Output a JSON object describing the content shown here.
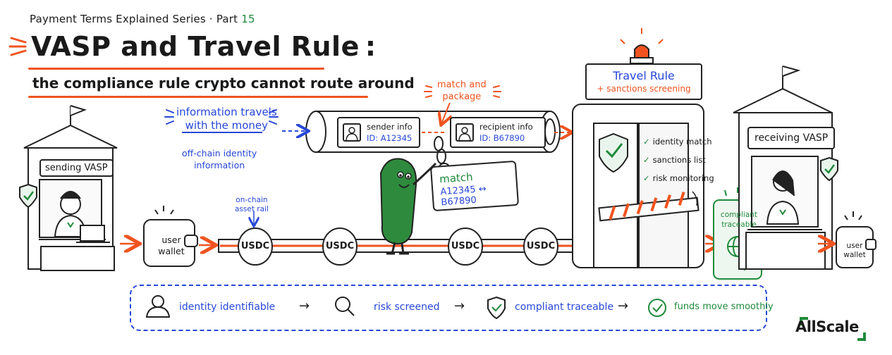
{
  "header": {
    "series_text": "Payment Terms Explained Series · Part ",
    "part_number": "15",
    "title": "VASP and Travel Rule",
    "title_colon": ":",
    "subtitle": "the compliance rule crypto cannot route around"
  },
  "labels": {
    "sending_vasp": "sending VASP",
    "receiving_vasp": "receiving VASP",
    "user_wallet_left": [
      "user",
      "wallet"
    ],
    "user_wallet_right": [
      "user",
      "wallet"
    ],
    "info_travels": [
      "information travels",
      "with the money"
    ],
    "offchain": [
      "off-chain identity",
      "information"
    ],
    "onchain": [
      "on-chain",
      "asset rail"
    ],
    "match_package": [
      "match and",
      "package"
    ],
    "coin": "USDC"
  },
  "sender_card": {
    "title": "sender info",
    "id": "ID: A12345"
  },
  "recipient_card": {
    "title": "recipient info",
    "id": "ID: B67890"
  },
  "match_tag": {
    "title": "match",
    "ids": "A12345 ↔ B67890"
  },
  "travel_rule": {
    "title": "Travel Rule",
    "subtitle": "+ sanctions screening",
    "checks": [
      "identity match",
      "sanctions list",
      "risk monitoring"
    ]
  },
  "compliant_card": [
    "compliant",
    "traceable"
  ],
  "flow": {
    "steps": [
      {
        "icon": "person-icon",
        "label": "identity identifiable"
      },
      {
        "icon": "magnifier-icon",
        "label": "risk screened"
      },
      {
        "icon": "shield-check-icon",
        "label": "compliant traceable"
      },
      {
        "icon": "check-circle-icon",
        "label": "funds move smoothly"
      }
    ],
    "arrow": "→"
  },
  "logo": "AllScale",
  "colors": {
    "accent_orange": "#f0531f",
    "accent_blue": "#2747d8",
    "accent_green": "#1f8a3b",
    "mascot_green": "#2e8b3d",
    "ink": "#222222"
  }
}
